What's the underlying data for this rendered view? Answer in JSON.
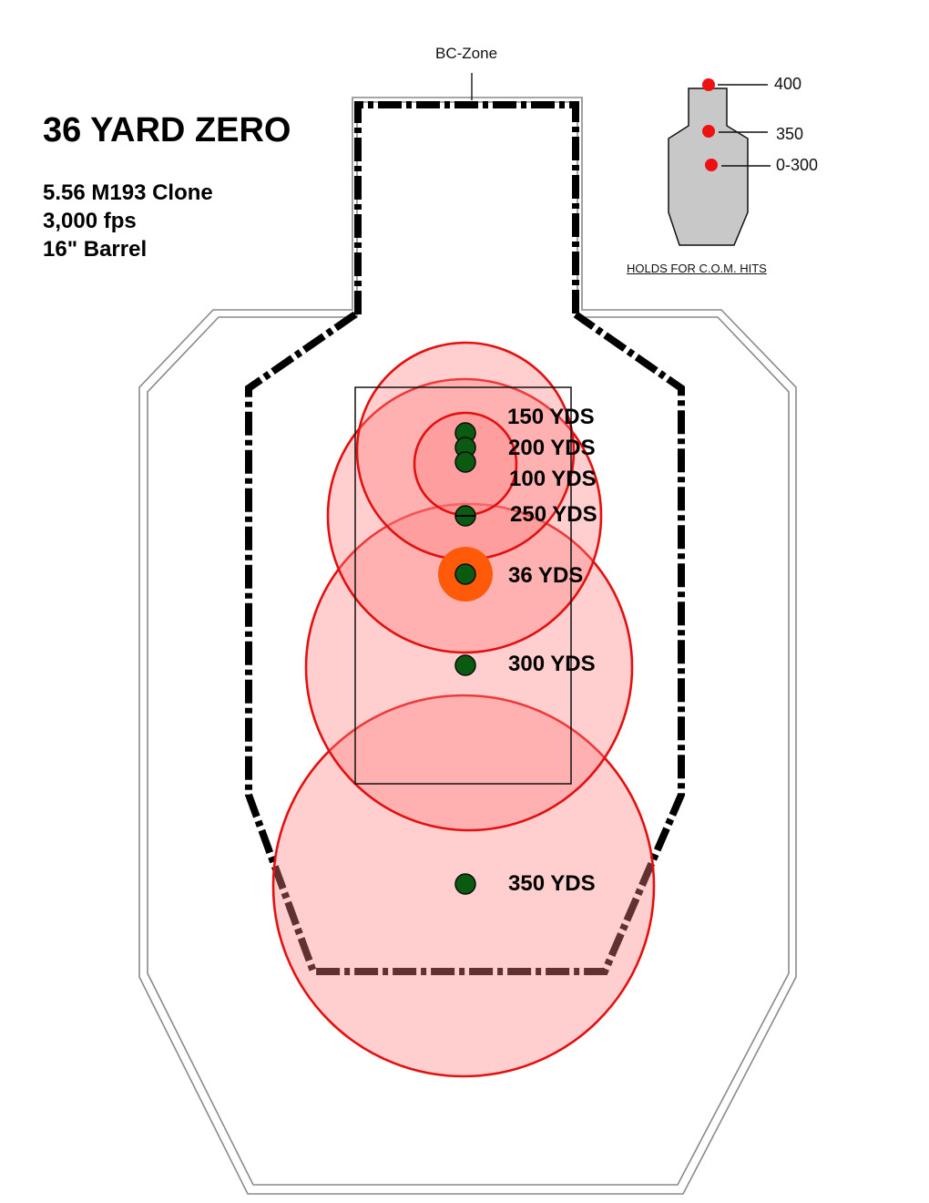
{
  "header": {
    "title": "36 YARD ZERO",
    "specs": [
      "5.56 M193 Clone",
      "3,000 fps",
      "16\" Barrel"
    ]
  },
  "bc_zone": {
    "label": "BC-Zone"
  },
  "holds_inset": {
    "caption": "HOLDS FOR C.O.M. HITS",
    "holds": [
      {
        "label": "400"
      },
      {
        "label": "350"
      },
      {
        "label": "0-300"
      }
    ],
    "dot_color": "#ee1111",
    "silhouette_fill": "#c8c8c8"
  },
  "impacts": [
    {
      "label": "150 YDS"
    },
    {
      "label": "200 YDS"
    },
    {
      "label": "100 YDS"
    },
    {
      "label": "250 YDS"
    },
    {
      "label": "36 YDS"
    },
    {
      "label": "300 YDS"
    },
    {
      "label": "350 YDS"
    }
  ],
  "colors": {
    "group_fill": "#ff8888",
    "group_stroke": "#e41010",
    "impact_dot": "#0b5a12",
    "zero_highlight": "#ff5a0a",
    "target_outline": "#888888"
  }
}
